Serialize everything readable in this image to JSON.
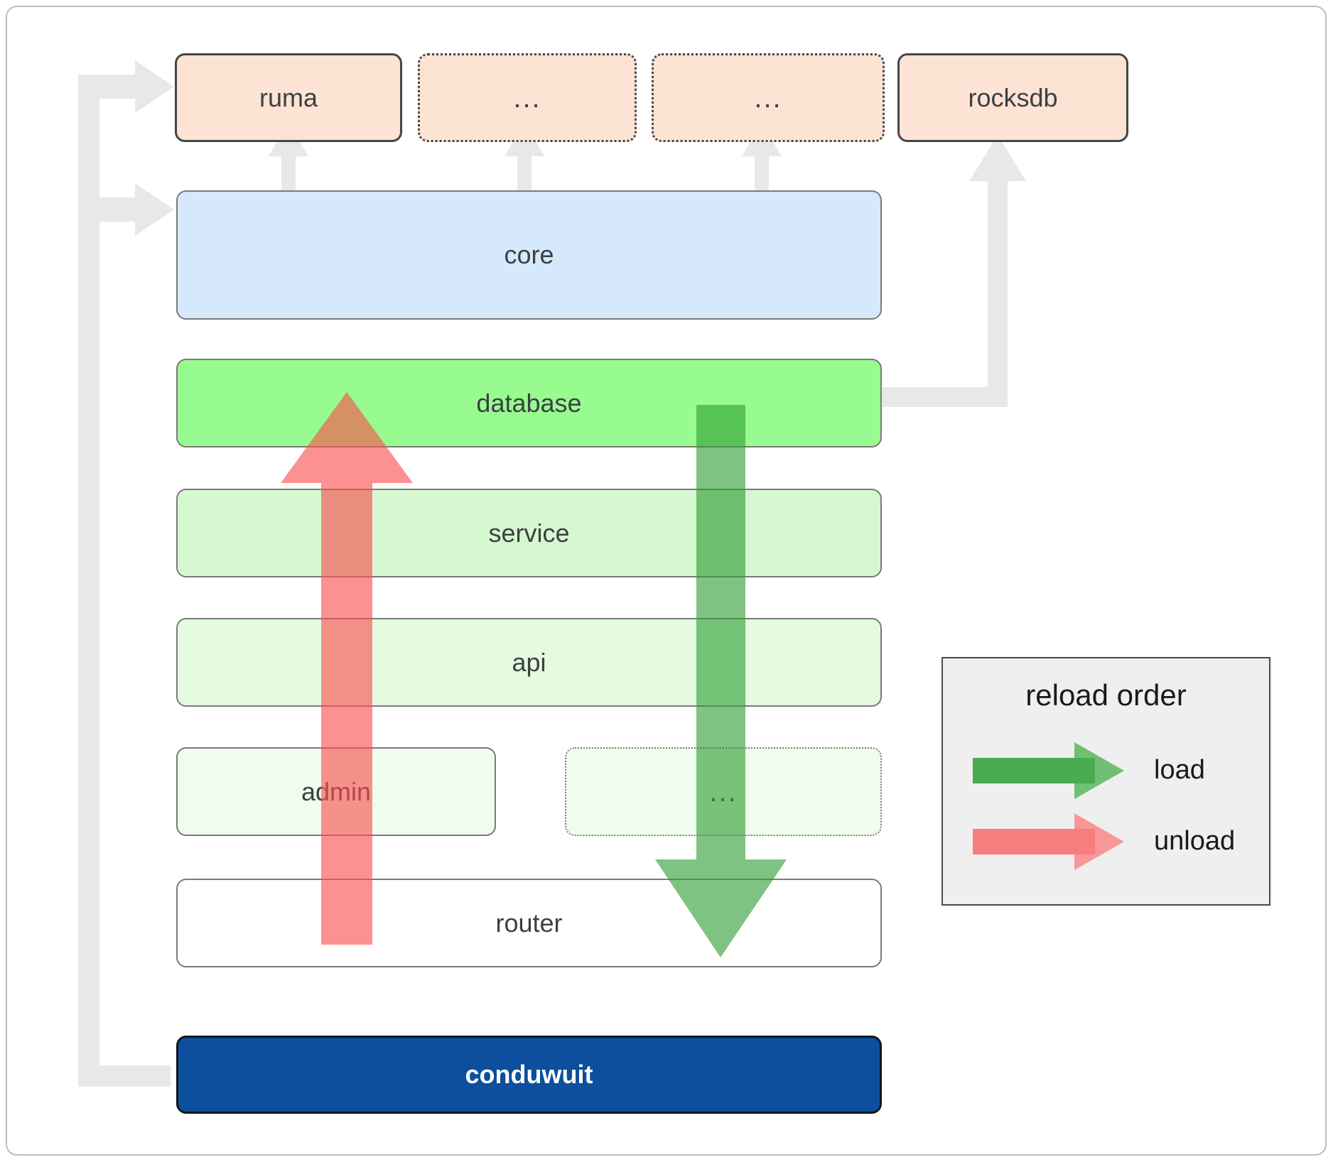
{
  "diagram": {
    "title": "conduwuit crate dependency / reload order diagram",
    "background": "#ffffff",
    "frame_border_color": "#bdbdbd"
  },
  "external_crates": [
    {
      "id": "ruma",
      "label": "ruma",
      "style": "solid",
      "fill": "#fce3d4"
    },
    {
      "id": "ext-dots-1",
      "label": "...",
      "style": "dotted",
      "fill": "#fce3d4"
    },
    {
      "id": "ext-dots-2",
      "label": "...",
      "style": "dotted",
      "fill": "#fce3d4"
    },
    {
      "id": "rocksdb",
      "label": "rocksdb",
      "style": "solid",
      "fill": "#fce3d4"
    }
  ],
  "layers": [
    {
      "id": "core",
      "label": "core",
      "fill": "#d6e8fc"
    },
    {
      "id": "database",
      "label": "database",
      "fill": "#98fb8f"
    },
    {
      "id": "service",
      "label": "service",
      "fill": "#d6f8d0"
    },
    {
      "id": "api",
      "label": "api",
      "fill": "#e4fbe0"
    },
    {
      "id": "admin",
      "label": "admin",
      "fill": "#effdec"
    },
    {
      "id": "layer-dots",
      "label": "...",
      "fill": "#effdec",
      "style": "dotted"
    },
    {
      "id": "router",
      "label": "router",
      "fill": "#ffffff"
    }
  ],
  "root": {
    "id": "conduwuit",
    "label": "conduwuit",
    "fill": "#0c4f9c",
    "text_color": "#ffffff"
  },
  "legend": {
    "title": "reload order",
    "items": [
      {
        "id": "load",
        "label": "load",
        "color": "#5cb85c"
      },
      {
        "id": "unload",
        "label": "unload",
        "color": "#fa8888"
      }
    ]
  },
  "arrows": {
    "load_color": "#5cb85c",
    "unload_color": "#fa8888",
    "dependency_color": "#e8e8e8"
  }
}
